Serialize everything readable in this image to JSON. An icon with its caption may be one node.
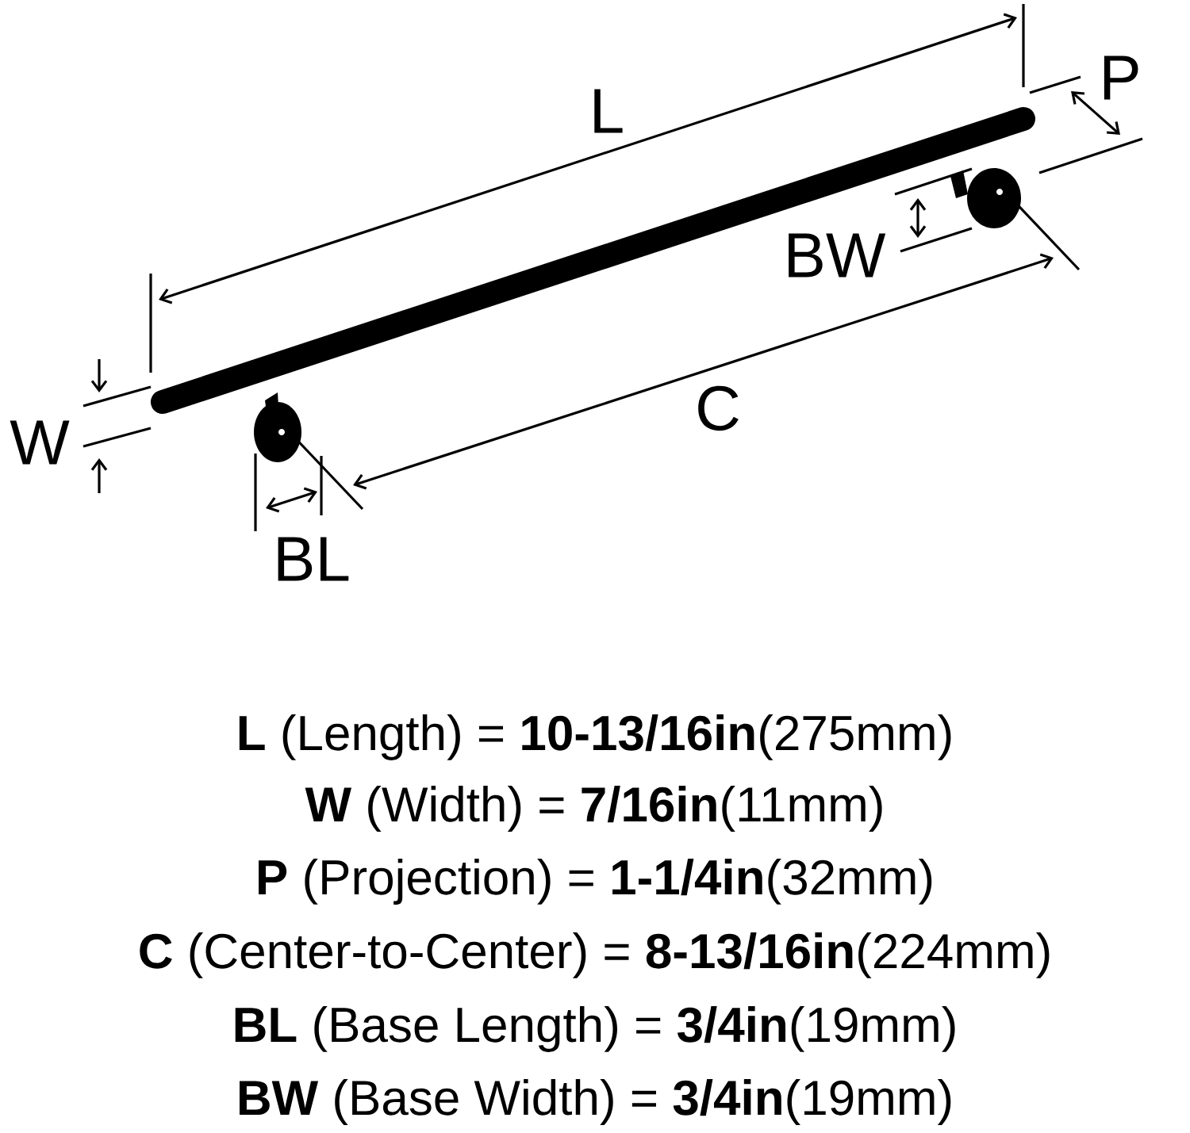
{
  "diagram": {
    "labels": [
      "L",
      "P",
      "BW",
      "C",
      "W",
      "BL",
      "**L** (Length) = **10-13/16in**(275mm)",
      "**W** (Width) = **7/16in**(11mm)",
      "**P** (Projection) = **1-1/4in**(32mm)",
      "**C** (Center-to-Center) = **8-13/16in**(224mm)",
      "**BL** (Base Length) = **3/4in**(19mm)",
      "**BW** (Base Width) = **3/4in**(19mm)"
    ]
  }
}
